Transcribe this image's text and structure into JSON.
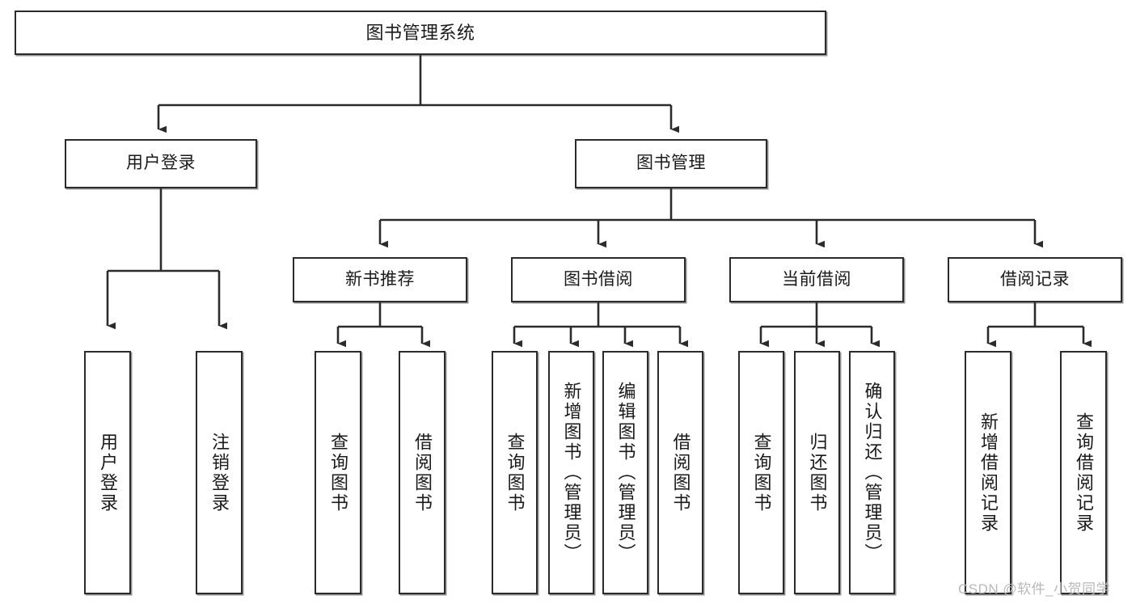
{
  "diagram": {
    "title": "图书管理系统",
    "type": "tree-hierarchy",
    "watermark": "CSDN @软件_小贺同学",
    "colors": {
      "background": "#ffffff",
      "box_border": "#2b2b2b",
      "box_fill": "#ffffff",
      "edge": "#2b2b2b",
      "text": "#1a1a1a",
      "watermark": "#b9b9b9"
    }
  },
  "nodes": {
    "root": {
      "label": "图书管理系统"
    },
    "level2": [
      {
        "id": "user-login",
        "label": "用户登录"
      },
      {
        "id": "book-manage",
        "label": "图书管理"
      }
    ],
    "level3": [
      {
        "id": "new-book-recommend",
        "label": "新书推荐"
      },
      {
        "id": "book-borrow",
        "label": "图书借阅"
      },
      {
        "id": "current-borrow",
        "label": "当前借阅"
      },
      {
        "id": "borrow-record",
        "label": "借阅记录"
      }
    ],
    "leaves": {
      "user_login": [
        {
          "id": "leaf-user-login",
          "label": "用户登录"
        },
        {
          "id": "leaf-logout-login",
          "label": "注销登录"
        }
      ],
      "new_book_recommend": [
        {
          "id": "leaf-query-book-1",
          "label": "查询图书"
        },
        {
          "id": "leaf-borrow-book-1",
          "label": "借阅图书"
        }
      ],
      "book_borrow": [
        {
          "id": "leaf-query-book-2",
          "label": "查询图书"
        },
        {
          "id": "leaf-add-book",
          "label": "新增图书（管理员）"
        },
        {
          "id": "leaf-edit-book",
          "label": "编辑图书（管理员）"
        },
        {
          "id": "leaf-borrow-book-2",
          "label": "借阅图书"
        }
      ],
      "current_borrow": [
        {
          "id": "leaf-query-book-3",
          "label": "查询图书"
        },
        {
          "id": "leaf-return-book",
          "label": "归还图书"
        },
        {
          "id": "leaf-confirm-return",
          "label": "确认归还（管理员）"
        }
      ],
      "borrow_record": [
        {
          "id": "leaf-add-record",
          "label": "新增借阅记录"
        },
        {
          "id": "leaf-query-record",
          "label": "查询借阅记录"
        }
      ]
    }
  }
}
